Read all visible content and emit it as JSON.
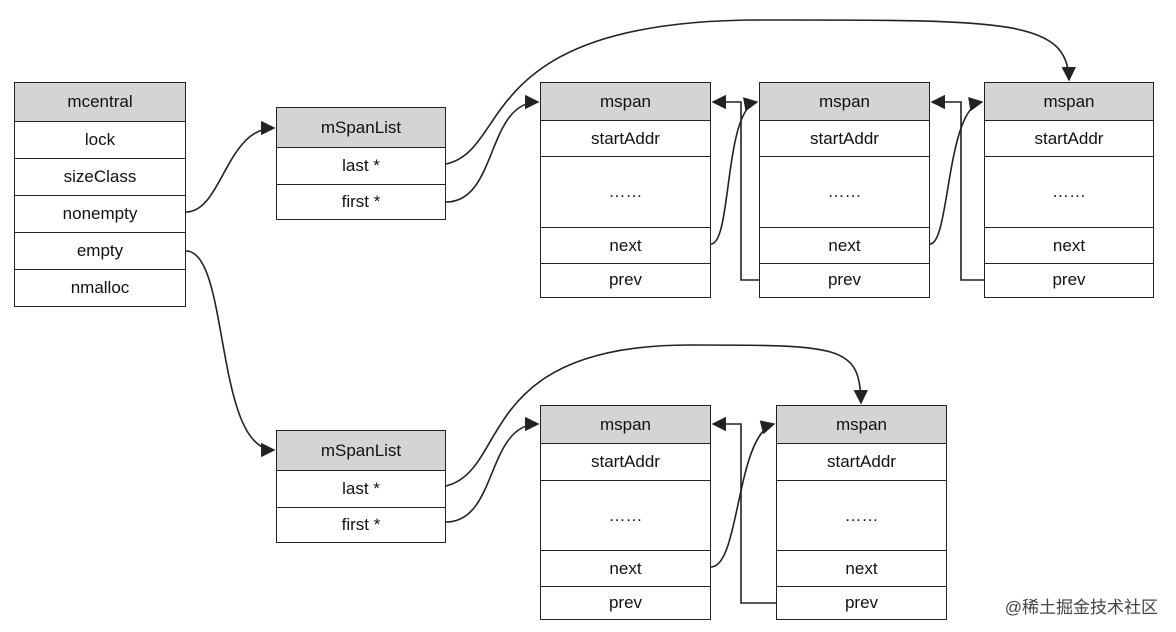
{
  "mcentral": {
    "title": "mcentral",
    "fields": [
      "lock",
      "sizeClass",
      "nonempty",
      "empty",
      "nmalloc"
    ]
  },
  "span_lists": [
    {
      "title": "mSpanList",
      "fields": [
        "last *",
        "first *"
      ]
    },
    {
      "title": "mSpanList",
      "fields": [
        "last *",
        "first *"
      ]
    }
  ],
  "mspans_top": [
    {
      "title": "mspan",
      "fields": [
        "startAddr",
        "……",
        "next",
        "prev"
      ]
    },
    {
      "title": "mspan",
      "fields": [
        "startAddr",
        "……",
        "next",
        "prev"
      ]
    },
    {
      "title": "mspan",
      "fields": [
        "startAddr",
        "……",
        "next",
        "prev"
      ]
    }
  ],
  "mspans_bottom": [
    {
      "title": "mspan",
      "fields": [
        "startAddr",
        "……",
        "next",
        "prev"
      ]
    },
    {
      "title": "mspan",
      "fields": [
        "startAddr",
        "……",
        "next",
        "prev"
      ]
    }
  ],
  "watermark": "@稀土掘金技术社区",
  "colors": {
    "header": "#d4d4d4",
    "line": "#222222"
  }
}
